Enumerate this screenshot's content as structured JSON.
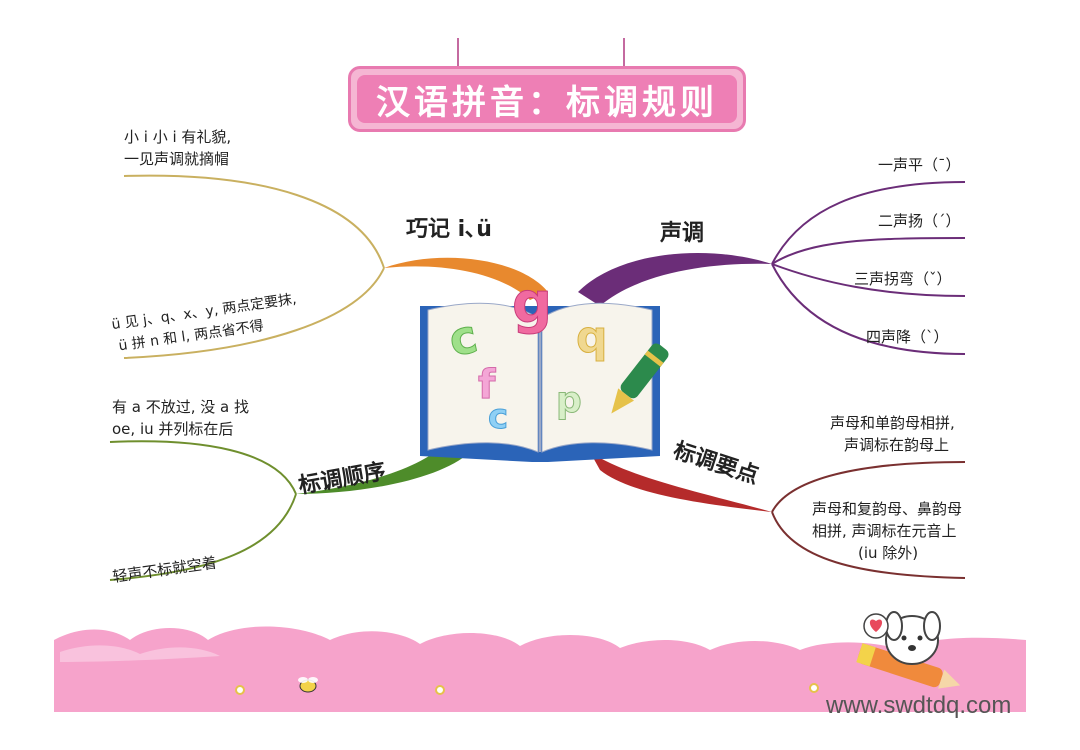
{
  "title": "汉语拼音：标调规则",
  "branches": {
    "tr": {
      "label": "声调",
      "color": "#6b2d78",
      "leaves": [
        "一声平（ˉ）",
        "二声扬（ˊ）",
        "三声拐弯（ˇ）",
        "四声降（ˋ）"
      ]
    },
    "tl": {
      "label": "巧记 i､ü",
      "color": "#e8892e",
      "leaf_color": "#c9b060",
      "leaves": [
        {
          "lines": [
            "小 i 小 i 有礼貌,",
            "一见声调就摘帽"
          ]
        },
        {
          "lines": [
            "ü 见 j、q、x、y, 两点定要抹,",
            "ü 拼 n 和 l, 两点省不得"
          ]
        }
      ]
    },
    "bl": {
      "label": "标调顺序",
      "color": "#4e8c2a",
      "leaf_color": "#6f8f2e",
      "leaves": [
        {
          "lines": [
            "有 a 不放过, 没 a 找",
            "oe, iu 并列标在后"
          ]
        },
        {
          "lines": [
            "轻声不标就空着"
          ]
        }
      ]
    },
    "br": {
      "label": "标调要点",
      "color": "#b52b2b",
      "leaf_color": "#7a3030",
      "leaves": [
        {
          "lines": [
            "声母和单韵母相拼,",
            "声调标在韵母上"
          ]
        },
        {
          "lines": [
            "声母和复韵母、鼻韵母",
            "相拼, 声调标在元音上",
            "(iu 除外)"
          ]
        }
      ]
    }
  },
  "colors": {
    "pink": "#f6a3cb",
    "book_blue": "#2b64b8",
    "title_pink": "#ee7fb5"
  },
  "watermark": "www.swdtdq.com"
}
